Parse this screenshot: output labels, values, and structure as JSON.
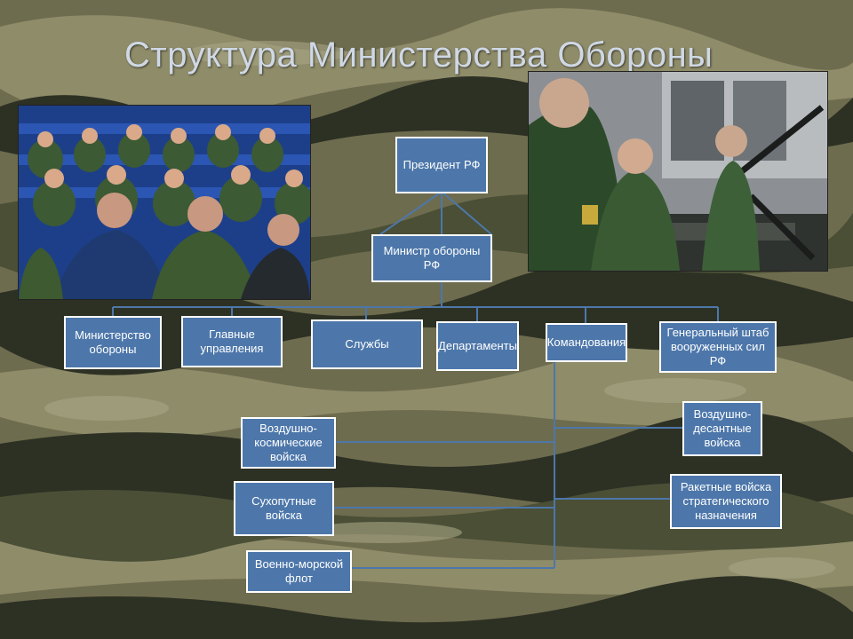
{
  "slide": {
    "title": "Структура Министерства Обороны",
    "background": "camouflage",
    "colors": {
      "box_fill": "#4d77aa",
      "box_border": "#ffffff",
      "connector": "#4d77aa",
      "title_text": "#cfd8e4"
    }
  },
  "photos": {
    "left": "meeting-hall-photo",
    "right": "weapons-inspection-photo"
  },
  "org_chart": {
    "president": "Президент РФ",
    "minister": "Министр обороны РФ",
    "divisions": [
      "Министерство обороны",
      "Главные управления",
      "Службы",
      "Департаменты",
      "Командования",
      "Генеральный штаб вооруженных сил РФ"
    ],
    "branches_left": [
      "Воздушно-космические войска",
      "Сухопутные войска",
      "Военно-морской флот"
    ],
    "branches_right": [
      "Воздушно-десантные войска",
      "Ракетные войска стратегического назначения"
    ]
  }
}
